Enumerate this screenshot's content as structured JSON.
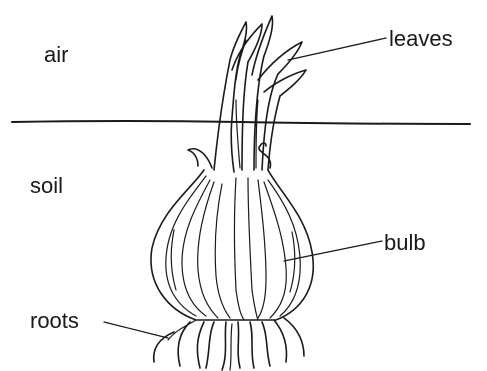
{
  "diagram": {
    "regions": {
      "air": "air",
      "soil": "soil"
    },
    "parts": {
      "leaves": "leaves",
      "bulb": "bulb",
      "roots": "roots"
    },
    "ink_color": "#1a1a1a",
    "background_color": "#ffffff"
  }
}
